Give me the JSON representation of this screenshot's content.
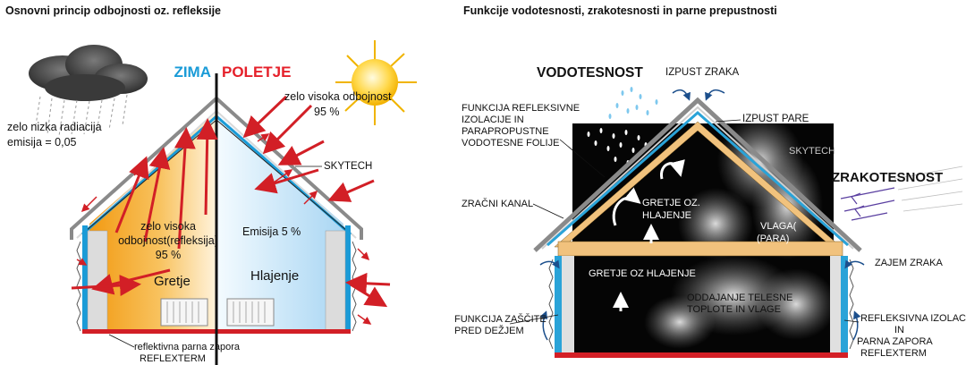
{
  "left_panel": {
    "title": "Osnovni princip odbojnosti oz. refleksije",
    "season_winter": "ZIMA",
    "season_summer": "POLETJE",
    "high_reflectivity_label": "zelo visoka odbojnost",
    "high_reflectivity_value": "95 %",
    "low_radiation_line1": "zelo nizka radiacija",
    "low_radiation_line2": "emisija = 0,05",
    "skytech_label": "SKYTECH",
    "reflect_line1": "zelo visoka",
    "reflect_line2": "odbojnost(refleksija)",
    "reflect_line3": "95 %",
    "emission_label": "Emisija 5 %",
    "heating_label": "Gretje",
    "cooling_label": "Hlajenje",
    "vapor_barrier_line1": "reflektivna parna zapora",
    "vapor_barrier_line2": "REFLEXTERM",
    "colors": {
      "winter": "#1a9bd7",
      "summer": "#e5202a",
      "warm": "#f4a21c",
      "cool": "#bfe0f6",
      "arrow": "#d21f26"
    }
  },
  "right_panel": {
    "title": "Funkcije vodotesnosti, zrakotesnosti in parne prepustnosti",
    "waterproof_label": "VODOTESNOST",
    "air_exhaust_label": "IZPUST ZRAKA",
    "vapor_exhaust_label": "IZPUST PARE",
    "reflective_func_line1": "FUNKCIJA REFLEKSIVNE",
    "reflective_func_line2": "IZOLACIJE IN",
    "reflective_func_line3": "PARAPROPUSTNE",
    "reflective_func_line4": "VODOTESNE FOLIJE",
    "skytech_label": "SKYTECH",
    "airtight_label": "ZRAKOTESNOST",
    "air_channel_label": "ZRAČNI KANAL",
    "attic_line1": "GRETJE OZ.",
    "attic_line2": "HLAJENJE",
    "moisture_line1": "VLAGA(",
    "moisture_line2": "(PARA)",
    "air_intake_label": "ZAJEM ZRAKA",
    "room_label": "GRETJE OZ HLAJENJE",
    "body_heat_line1": "ODDAJANJE TELESNE",
    "body_heat_line2": "TOPLOTE IN VLAGE",
    "rain_protect_line1": "FUNKCIJA ZAŠČITE",
    "rain_protect_line2": "PRED DEŽJEM",
    "refl_insul_line1": "REFLEKSIVNA IZOLACIJA",
    "refl_insul_line2": "IN",
    "refl_insul_line3": "PARNA ZAPORA",
    "refl_insul_line4": "REFLEXTERM",
    "colors": {
      "interior": "#050505",
      "timber": "#f1c27d",
      "membrane": "#2aa3d8",
      "floor": "#d41f26"
    }
  }
}
